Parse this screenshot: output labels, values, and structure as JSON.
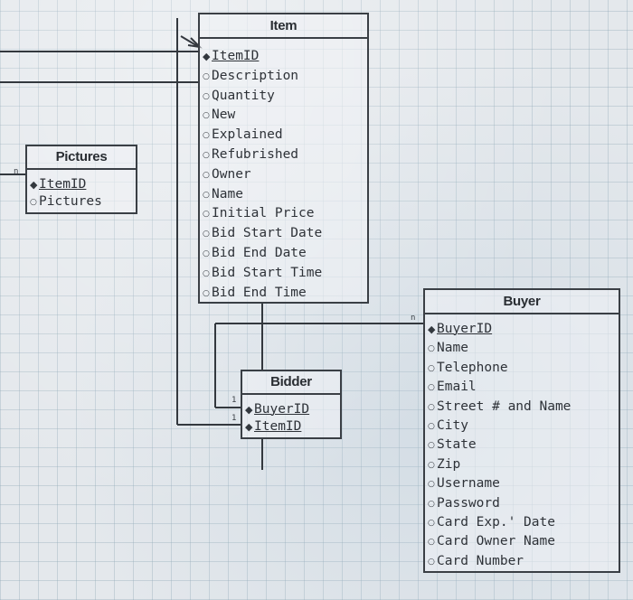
{
  "diagram": {
    "entities": {
      "item": {
        "title": "Item",
        "attributes": [
          {
            "name": "ItemID",
            "key": true
          },
          {
            "name": "Description",
            "key": false
          },
          {
            "name": "Quantity",
            "key": false
          },
          {
            "name": "New",
            "key": false
          },
          {
            "name": "Explained",
            "key": false
          },
          {
            "name": "Refubrished",
            "key": false
          },
          {
            "name": "Owner",
            "key": false
          },
          {
            "name": "Name",
            "key": false
          },
          {
            "name": "Initial Price",
            "key": false
          },
          {
            "name": "Bid Start Date",
            "key": false
          },
          {
            "name": "Bid End Date",
            "key": false
          },
          {
            "name": "Bid Start Time",
            "key": false
          },
          {
            "name": "Bid End Time",
            "key": false
          }
        ]
      },
      "pictures": {
        "title": "Pictures",
        "attributes": [
          {
            "name": "ItemID",
            "key": true
          },
          {
            "name": "Pictures",
            "key": false
          }
        ]
      },
      "bidder": {
        "title": "Bidder",
        "attributes": [
          {
            "name": "BuyerID",
            "key": true
          },
          {
            "name": "ItemID",
            "key": true
          }
        ]
      },
      "buyer": {
        "title": "Buyer",
        "attributes": [
          {
            "name": "BuyerID",
            "key": true
          },
          {
            "name": "Name",
            "key": false
          },
          {
            "name": "Telephone",
            "key": false
          },
          {
            "name": "Email",
            "key": false
          },
          {
            "name": "Street # and Name",
            "key": false
          },
          {
            "name": "City",
            "key": false
          },
          {
            "name": "State",
            "key": false
          },
          {
            "name": "Zip",
            "key": false
          },
          {
            "name": "Username",
            "key": false
          },
          {
            "name": "Password",
            "key": false
          },
          {
            "name": "Card Exp.' Date",
            "key": false
          },
          {
            "name": "Card Owner Name",
            "key": false
          },
          {
            "name": "Card Number",
            "key": false
          }
        ]
      }
    },
    "cardinalities": {
      "pictures_many": "n",
      "buyer_many": "n",
      "bidder_buyer_one": "1",
      "bidder_item_one": "1"
    }
  }
}
